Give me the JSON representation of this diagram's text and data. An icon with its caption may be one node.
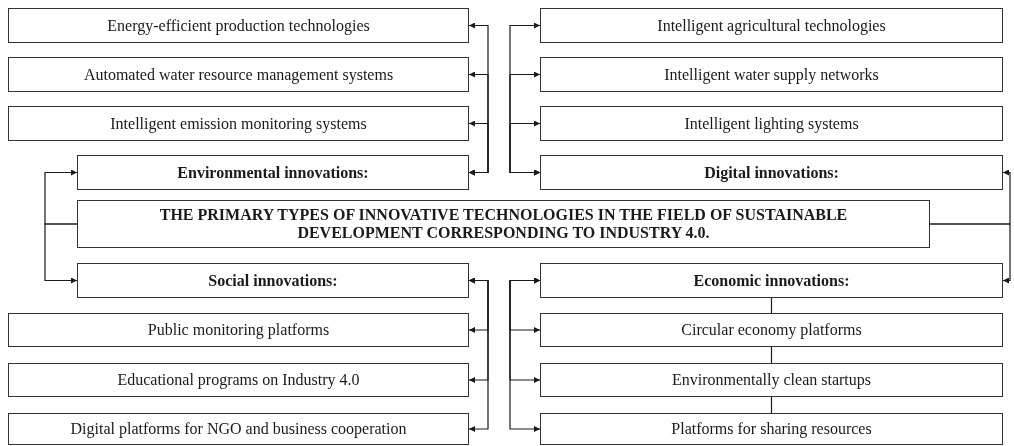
{
  "diagram": {
    "nodes": [
      {
        "text": [
          "Energy-efficient production technologies"
        ]
      },
      {
        "text": [
          "Intelligent agricultural technologies"
        ]
      },
      {
        "text": [
          "Automated water resource management systems"
        ]
      },
      {
        "text": [
          "Intelligent water supply networks"
        ]
      },
      {
        "text": [
          "Intelligent emission monitoring systems"
        ]
      },
      {
        "text": [
          "Intelligent lighting systems"
        ]
      },
      {
        "text": [
          "Environmental innovations:"
        ]
      },
      {
        "text": [
          "Digital innovations:"
        ]
      },
      {
        "text": [
          "THE PRIMARY TYPES OF INNOVATIVE TECHNOLOGIES IN THE FIELD OF SUSTAINABLE DEVELOPMENT CORRESPONDING TO INDUSTRY 4.0."
        ]
      },
      {
        "text": [
          "Social innovations:"
        ]
      },
      {
        "text": [
          "Economic innovations:"
        ]
      },
      {
        "text": [
          "Public monitoring platforms"
        ]
      },
      {
        "text": [
          "Circular economy platforms"
        ]
      },
      {
        "text": [
          "Educational programs on Industry 4.0"
        ]
      },
      {
        "text": [
          "Environmentally clean startups"
        ]
      },
      {
        "text": [
          "Digital platforms for NGO and business cooperation"
        ]
      },
      {
        "text": [
          "Platforms for sharing resources"
        ]
      }
    ],
    "edges": [
      {
        "from": 8,
        "to": 6,
        "arrow": "to"
      },
      {
        "from": 8,
        "to": 9,
        "arrow": "to"
      },
      {
        "from": 8,
        "to": 7,
        "arrow": "to"
      },
      {
        "from": 8,
        "to": 10,
        "arrow": "to"
      },
      {
        "from": 6,
        "to": 0,
        "arrow": "both"
      },
      {
        "from": 6,
        "to": 2,
        "arrow": "both"
      },
      {
        "from": 6,
        "to": 4,
        "arrow": "both"
      },
      {
        "from": 7,
        "to": 1,
        "arrow": "both"
      },
      {
        "from": 7,
        "to": 3,
        "arrow": "both"
      },
      {
        "from": 7,
        "to": 5,
        "arrow": "both"
      },
      {
        "from": 9,
        "to": 11,
        "arrow": "both"
      },
      {
        "from": 9,
        "to": 13,
        "arrow": "both"
      },
      {
        "from": 9,
        "to": 15,
        "arrow": "both"
      },
      {
        "from": 10,
        "to": 12,
        "arrow": "both"
      },
      {
        "from": 10,
        "to": 14,
        "arrow": "both"
      },
      {
        "from": 10,
        "to": 16,
        "arrow": "both"
      },
      {
        "from": 10,
        "to": 12,
        "arrow": "none"
      },
      {
        "from": 12,
        "to": 14,
        "arrow": "none"
      },
      {
        "from": 14,
        "to": 16,
        "arrow": "none"
      }
    ]
  }
}
